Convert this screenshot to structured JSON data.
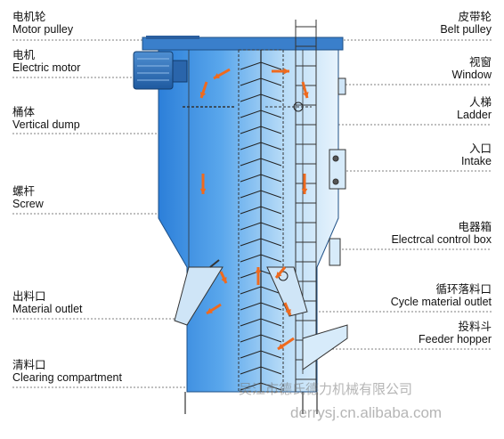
{
  "labels_left": [
    {
      "key": "motor_pulley",
      "zh": "电机轮",
      "en": "Motor pulley"
    },
    {
      "key": "electric_motor",
      "zh": "电机",
      "en": "Electric motor"
    },
    {
      "key": "vertical_dump",
      "zh": "桶体",
      "en": "Vertical dump"
    },
    {
      "key": "screw",
      "zh": "螺杆",
      "en": "Screw"
    },
    {
      "key": "material_outlet",
      "zh": "出料口",
      "en": "Material outlet"
    },
    {
      "key": "clearing_compartment",
      "zh": "清料口",
      "en": "Clearing compartment"
    }
  ],
  "labels_right": [
    {
      "key": "belt_pulley",
      "zh": "皮带轮",
      "en": "Belt pulley"
    },
    {
      "key": "window",
      "zh": "视窗",
      "en": "Window"
    },
    {
      "key": "ladder",
      "zh": "人梯",
      "en": "Ladder"
    },
    {
      "key": "intake",
      "zh": "入口",
      "en": "Intake"
    },
    {
      "key": "control_box",
      "zh": "电器箱",
      "en": "Electrcal control box"
    },
    {
      "key": "cycle_outlet",
      "zh": "循环落料口",
      "en": "Cycle material outlet"
    },
    {
      "key": "feeder_hopper",
      "zh": "投料斗",
      "en": "Feeder hopper"
    }
  ],
  "watermark": {
    "company": "吴江市德氏德力机械有限公司",
    "url": "derrysj.cn.alibaba.com"
  },
  "colors": {
    "body_blue": "#3f8fe0",
    "body_blue_light": "#a9d2f5",
    "motor_blue": "#2f6fb8",
    "arrow_orange": "#ef6a1e",
    "line_dark": "#333333"
  }
}
